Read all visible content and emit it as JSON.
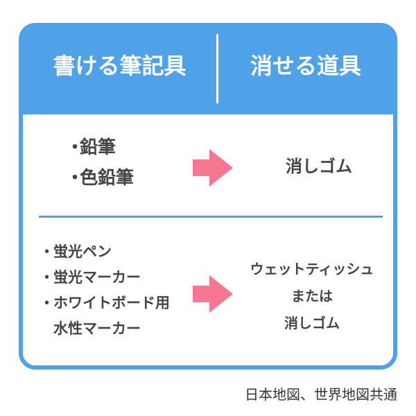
{
  "header": {
    "left_title": "書ける筆記具",
    "right_title": "消せる道具"
  },
  "rows": [
    {
      "items": [
        "鉛筆",
        "色鉛筆"
      ],
      "result": [
        "消しゴム"
      ]
    },
    {
      "items": [
        "蛍光ペン",
        "蛍光マーカー",
        "ホワイトボード用",
        "水性マーカー"
      ],
      "result": [
        "ウェットティッシュ",
        "または",
        "消しゴム"
      ]
    }
  ],
  "bullet": "・",
  "footer": "日本地図、世界地図共通",
  "colors": {
    "accent": "#4fa2e8",
    "arrow": "#f77793",
    "text": "#444444"
  },
  "icons": {
    "arrow": "arrow-right-icon"
  }
}
